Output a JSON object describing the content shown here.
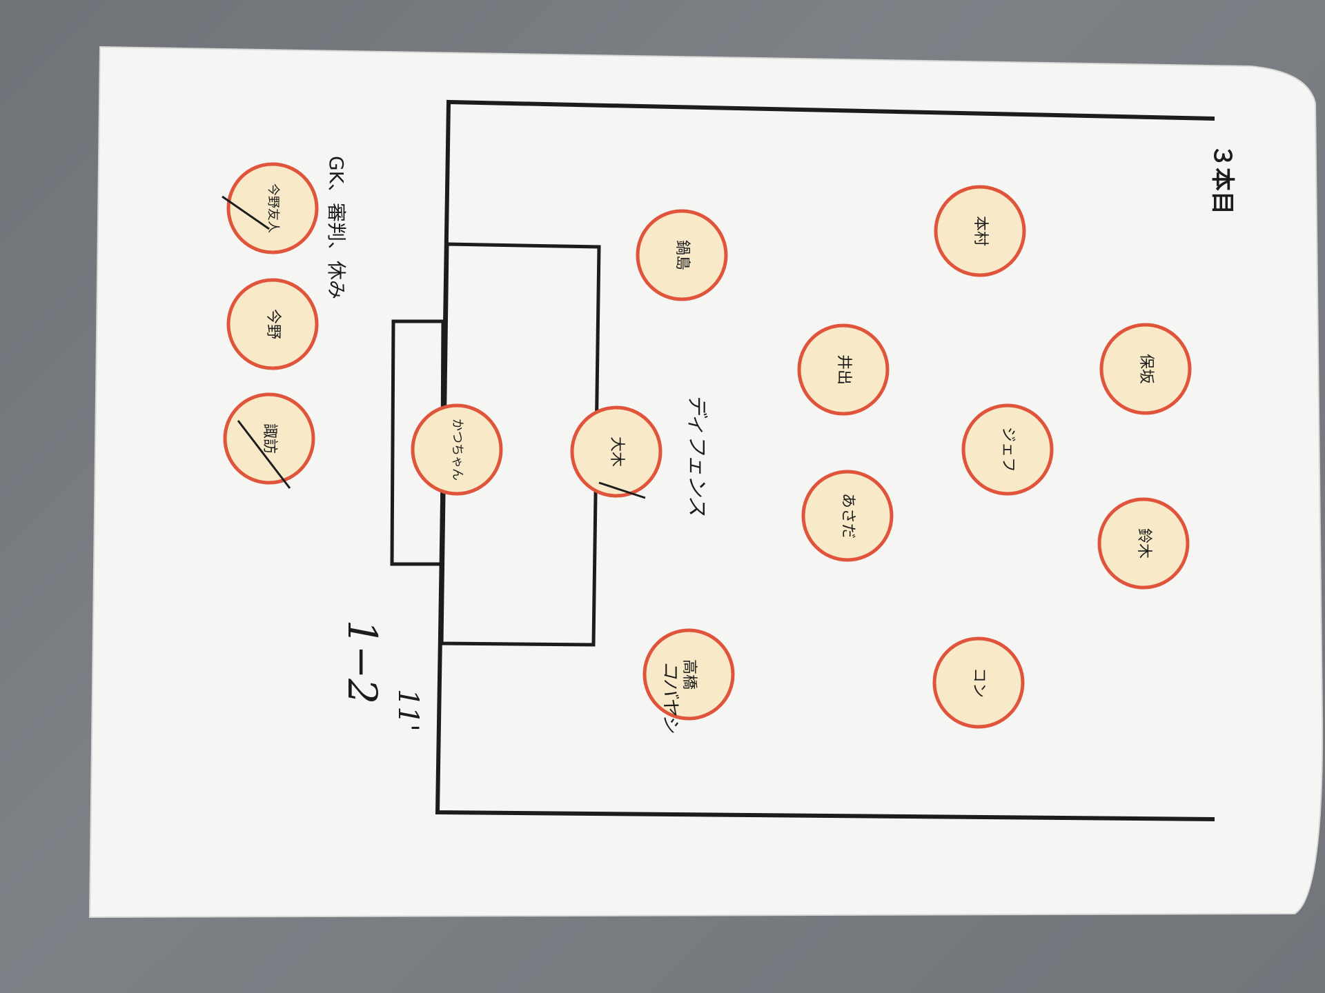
{
  "sheet": {
    "title": "３本目",
    "bench_note": "GK、審判、休み"
  },
  "players": [
    {
      "id": "gk",
      "name": "かつちゃん"
    },
    {
      "id": "cb",
      "name": "大木",
      "annotation": "ディフェンス"
    },
    {
      "id": "lb",
      "name": "鍋島"
    },
    {
      "id": "rb",
      "name": "高橋",
      "annotation": "コバヤシ"
    },
    {
      "id": "dm1",
      "name": "井出"
    },
    {
      "id": "dm2",
      "name": "あさだ"
    },
    {
      "id": "am",
      "name": "ジェフ"
    },
    {
      "id": "lw",
      "name": "本村"
    },
    {
      "id": "rw",
      "name": "コン"
    },
    {
      "id": "fw1",
      "name": "保坂"
    },
    {
      "id": "fw2",
      "name": "鈴木"
    }
  ],
  "bench": [
    {
      "id": "b1",
      "name": "今野友人"
    },
    {
      "id": "b2",
      "name": "今野"
    },
    {
      "id": "b3",
      "name": "諏訪"
    }
  ],
  "handwriting": {
    "score": "1−2",
    "minute": "11'"
  },
  "colors": {
    "circle_fill": "#f8eac8",
    "circle_stroke": "#e0543c",
    "ink": "#1c1c1c",
    "paper": "#f5f5f3"
  }
}
